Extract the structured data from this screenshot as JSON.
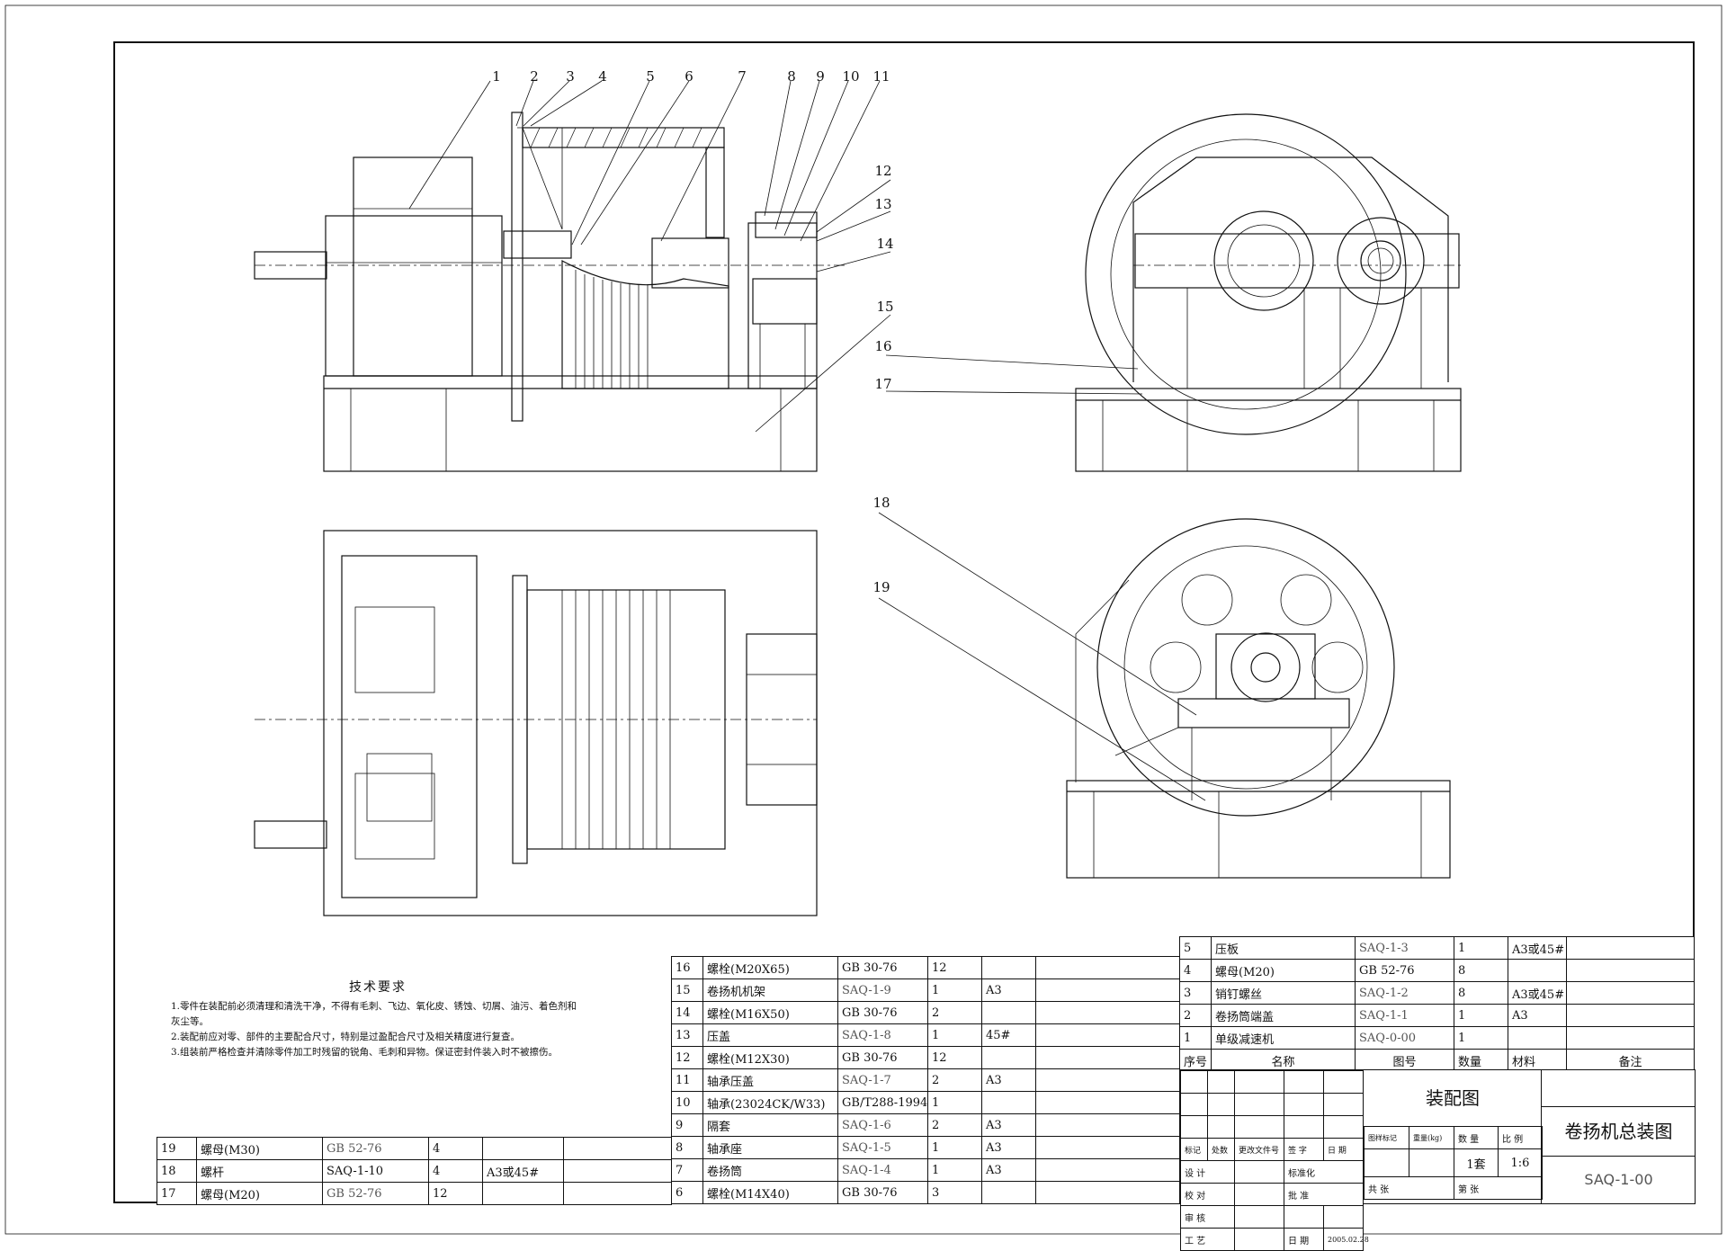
{
  "drawing": {
    "callouts": [
      "1",
      "2",
      "3",
      "4",
      "5",
      "6",
      "7",
      "8",
      "9",
      "10",
      "11",
      "12",
      "13",
      "14",
      "15",
      "16",
      "17",
      "18",
      "19"
    ]
  },
  "tech_requirements": {
    "title": "技术要求",
    "items": [
      "1.零件在装配前必须清理和清洗干净，不得有毛刺、飞边、氧化皮、锈蚀、切屑、油污、着色剂和灰尘等。",
      "2.装配前应对零、部件的主要配合尺寸，特别是过盈配合尺寸及相关精度进行复查。",
      "3.组装前严格检查并清除零件加工时残留的锐角、毛刺和异物。保证密封件装入时不被擦伤。"
    ]
  },
  "bom_left": [
    {
      "no": "19",
      "name": "螺母(M30)",
      "code": "GB 52-76",
      "qty": "4",
      "material": ""
    },
    {
      "no": "18",
      "name": "螺杆",
      "code": "SAQ-1-10",
      "qty": "4",
      "material": "A3或45#"
    },
    {
      "no": "17",
      "name": "螺母(M20)",
      "code": "GB 52-76",
      "qty": "12",
      "material": ""
    }
  ],
  "bom_mid": [
    {
      "no": "16",
      "name": "螺栓(M20X65)",
      "code": "GB 30-76",
      "qty": "12",
      "material": ""
    },
    {
      "no": "15",
      "name": "卷扬机机架",
      "code": "SAQ-1-9",
      "qty": "1",
      "material": "A3"
    },
    {
      "no": "14",
      "name": "螺栓(M16X50)",
      "code": "GB 30-76",
      "qty": "2",
      "material": ""
    },
    {
      "no": "13",
      "name": "压盖",
      "code": "SAQ-1-8",
      "qty": "1",
      "material": "45#"
    },
    {
      "no": "12",
      "name": "螺栓(M12X30)",
      "code": "GB 30-76",
      "qty": "12",
      "material": ""
    },
    {
      "no": "11",
      "name": "轴承压盖",
      "code": "SAQ-1-7",
      "qty": "2",
      "material": "A3"
    },
    {
      "no": "10",
      "name": "轴承(23024CK/W33)",
      "code": "GB/T288-1994",
      "qty": "1",
      "material": ""
    },
    {
      "no": "9",
      "name": "隔套",
      "code": "SAQ-1-6",
      "qty": "2",
      "material": "A3"
    },
    {
      "no": "8",
      "name": "轴承座",
      "code": "SAQ-1-5",
      "qty": "1",
      "material": "A3"
    },
    {
      "no": "7",
      "name": "卷扬筒",
      "code": "SAQ-1-4",
      "qty": "1",
      "material": "A3"
    },
    {
      "no": "6",
      "name": "螺栓(M14X40)",
      "code": "GB 30-76",
      "qty": "3",
      "material": ""
    }
  ],
  "bom_right": [
    {
      "no": "5",
      "name": "压板",
      "code": "SAQ-1-3",
      "qty": "1",
      "material": "A3或45#"
    },
    {
      "no": "4",
      "name": "螺母(M20)",
      "code": "GB 52-76",
      "qty": "8",
      "material": ""
    },
    {
      "no": "3",
      "name": "销钉螺丝",
      "code": "SAQ-1-2",
      "qty": "8",
      "material": "A3或45#"
    },
    {
      "no": "2",
      "name": "卷扬筒端盖",
      "code": "SAQ-1-1",
      "qty": "1",
      "material": "A3"
    },
    {
      "no": "1",
      "name": "单级减速机",
      "code": "SAQ-0-00",
      "qty": "1",
      "material": ""
    }
  ],
  "bom_header": {
    "no": "序号",
    "name": "名称",
    "code": "图号",
    "qty": "数量",
    "material": "材料",
    "remark": "备注"
  },
  "title_block": {
    "assembly": "装配图",
    "drawing_name": "卷扬机总装图",
    "drawing_no": "SAQ-1-00",
    "rev_cols": [
      "标记",
      "处数",
      "更改文件号",
      "签 字",
      "日 期"
    ],
    "design": "设 计",
    "check": "校 对",
    "review": "审 核",
    "process": "工 艺",
    "standard": "标准化",
    "approve": "批 准",
    "date_label": "日 期",
    "date": "2005.02.28",
    "stage_label": "图样标记",
    "weight_label": "重量(kg)",
    "qty_label": "数 量",
    "scale_label": "比 例",
    "qty": "1套",
    "scale": "1:6",
    "total_sheets": "共    张",
    "sheet_no": "第    张"
  }
}
